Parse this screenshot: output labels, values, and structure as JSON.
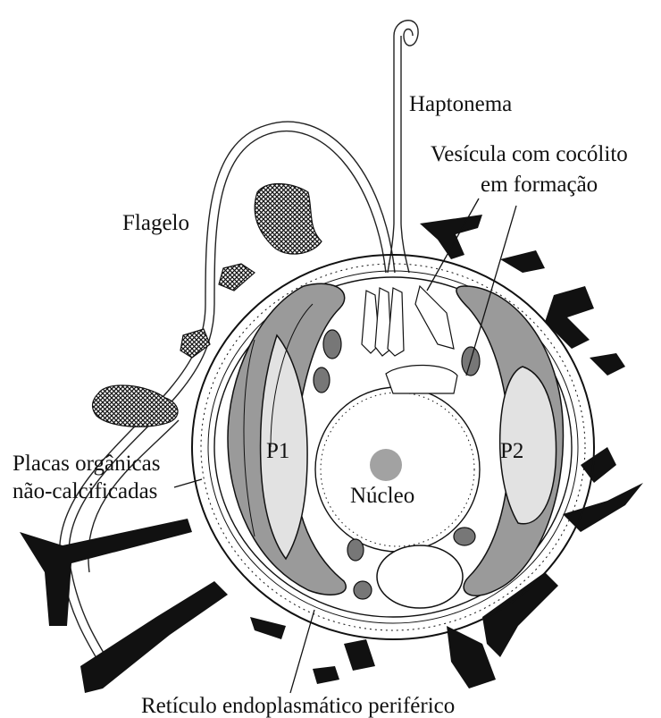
{
  "labels": {
    "haptonema": "Haptonema",
    "vesicle_line1": "Vesícula com cocólito",
    "vesicle_line2": "em formação",
    "flagellum": "Flagelo",
    "plates_line1": "Placas orgânicas",
    "plates_line2": "não-calcificadas",
    "p1": "P1",
    "p2": "P2",
    "nucleus": "Núcleo",
    "reticulum": "Retículo endoplasmático periférico"
  },
  "colors": {
    "ink": "#111111",
    "chloroplast_fill": "#9a9a9a",
    "pyrenoid_fill": "#dcdcdc",
    "background": "#ffffff"
  }
}
